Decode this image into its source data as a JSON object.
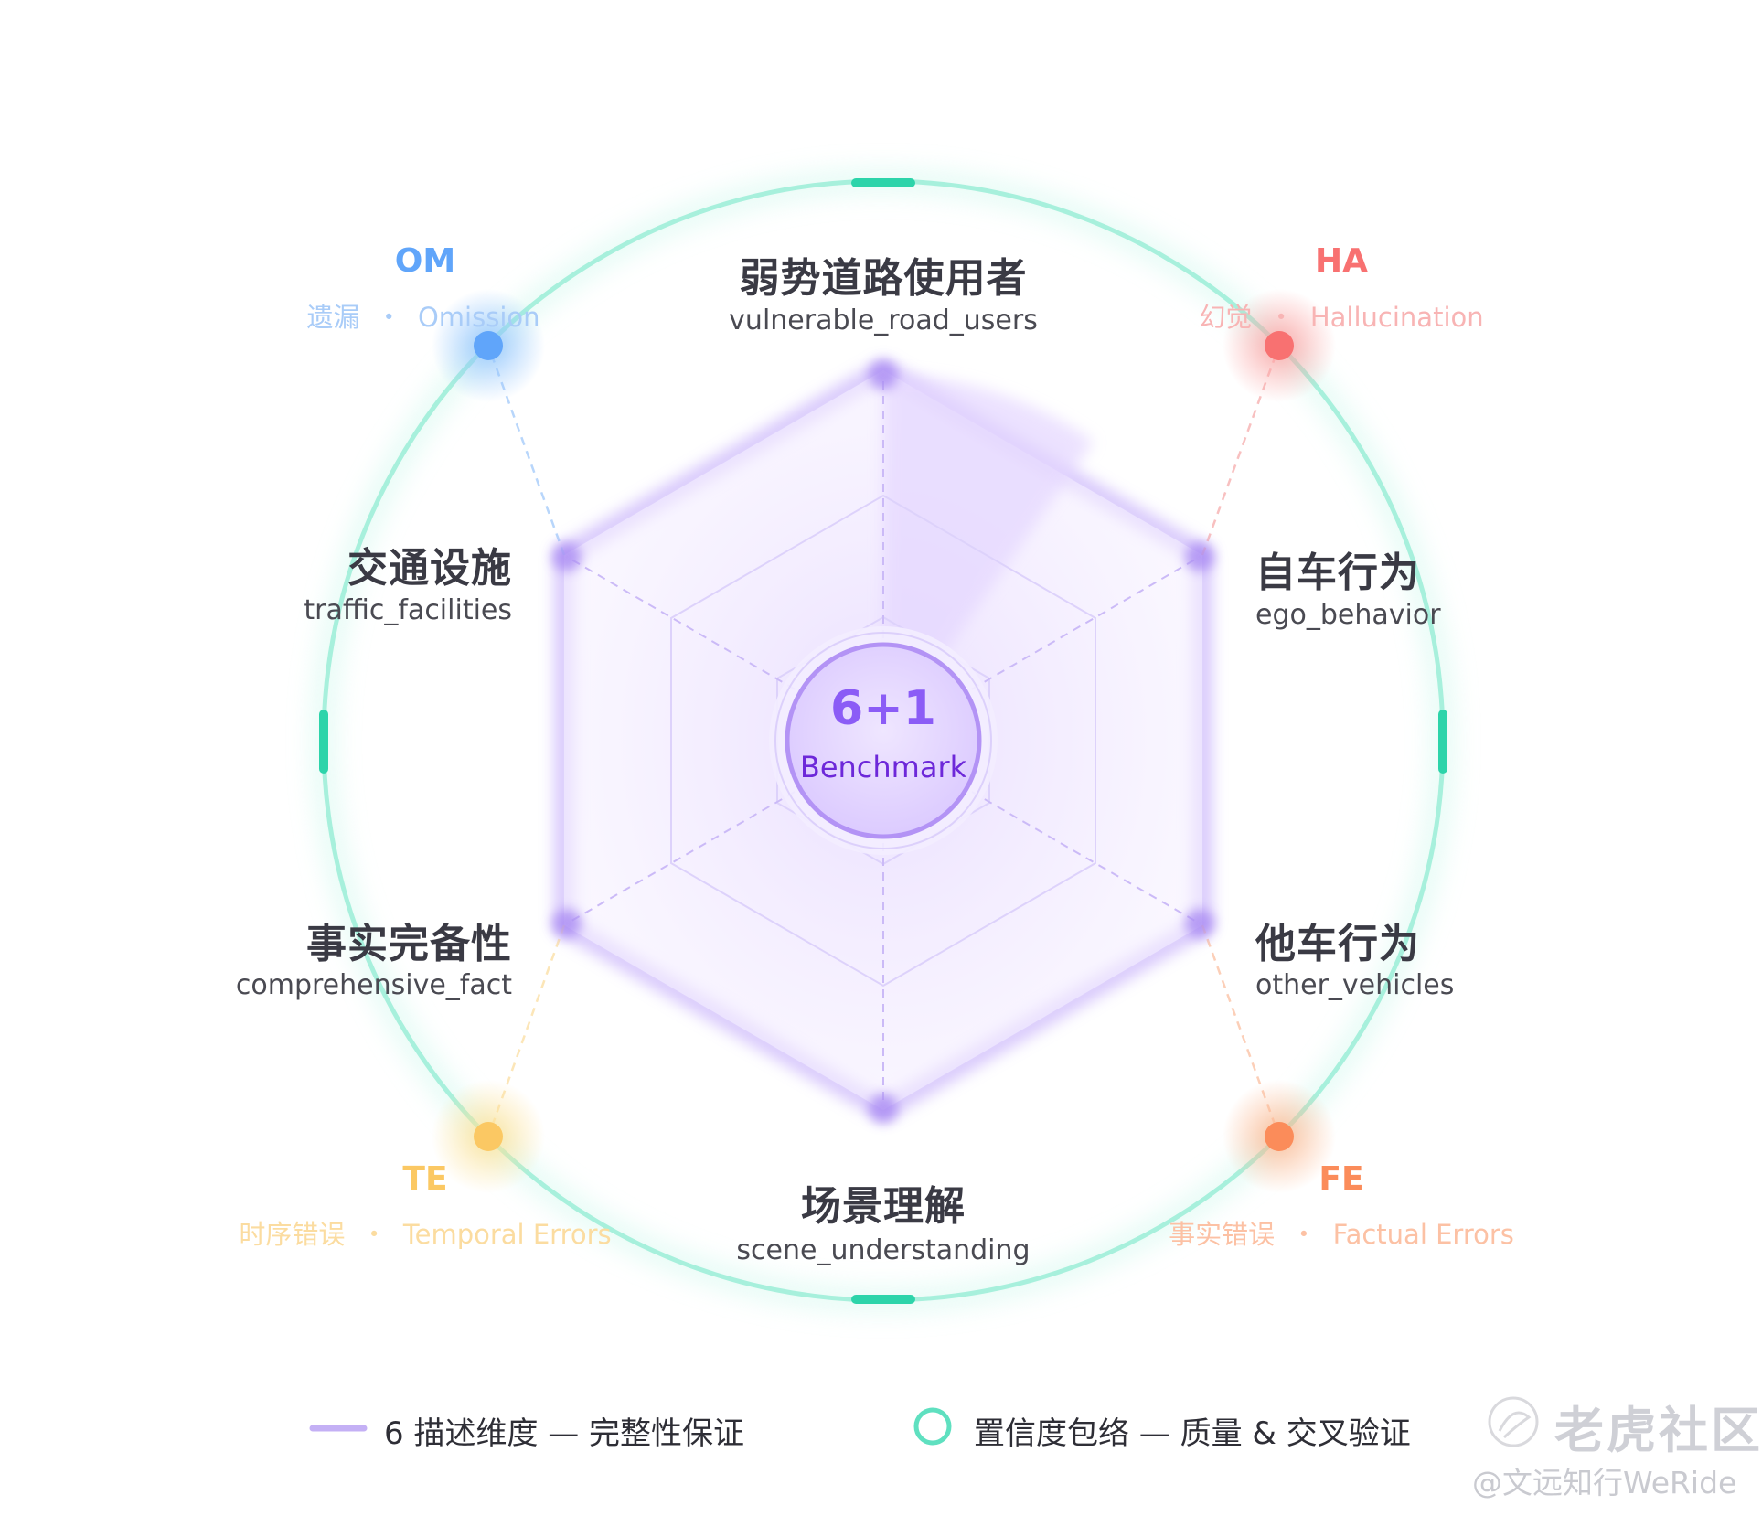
{
  "center": {
    "title": "6+1",
    "subtitle": "Benchmark"
  },
  "dimensions": [
    {
      "cn": "弱势道路使用者",
      "en": "vulnerable_road_users"
    },
    {
      "cn": "自车行为",
      "en": "ego_behavior"
    },
    {
      "cn": "他车行为",
      "en": "other_vehicles"
    },
    {
      "cn": "场景理解",
      "en": "scene_understanding"
    },
    {
      "cn": "事实完备性",
      "en": "comprehensive_fact"
    },
    {
      "cn": "交通设施",
      "en": "traffic_facilities"
    }
  ],
  "errors": [
    {
      "code": "OM",
      "cn": "遗漏",
      "en": "Omission",
      "color": "#60a5fa"
    },
    {
      "code": "HA",
      "cn": "幻觉",
      "en": "Hallucination",
      "color": "#f87171"
    },
    {
      "code": "FE",
      "cn": "事实错误",
      "en": "Factual Errors",
      "color": "#fb8c5a"
    },
    {
      "code": "TE",
      "cn": "时序错误",
      "en": "Temporal Errors",
      "color": "#fbc863"
    }
  ],
  "separator": "・",
  "legend": [
    {
      "text": "6 描述维度 — 完整性保证",
      "color": "#c4b0f5"
    },
    {
      "text": "置信度包络 — 质量 & 交叉验证",
      "color": "#5fe0c0"
    }
  ],
  "colors": {
    "accent": "#8b5cf6",
    "ring": "#a7f0dc",
    "ring_tick": "#2dd4aa"
  },
  "watermark": {
    "main": "老虎社区",
    "sub": "@文远知行WeRide"
  }
}
